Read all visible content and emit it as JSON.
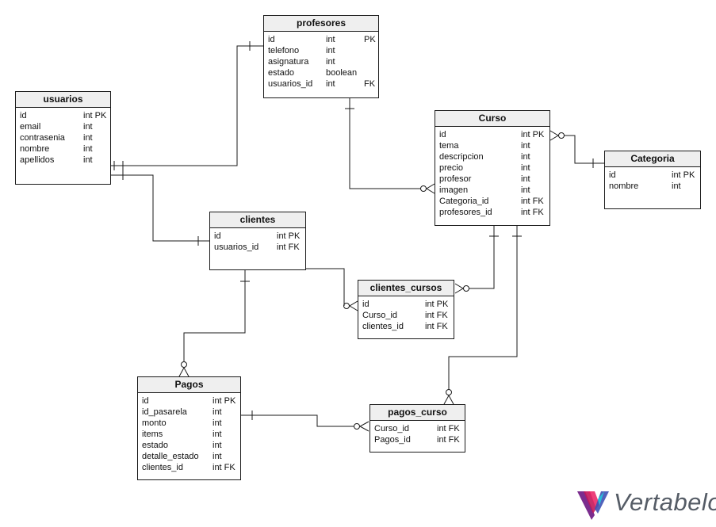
{
  "tables": {
    "profesores": {
      "name": "profesores",
      "columns": [
        {
          "name": "id",
          "type": "int",
          "key": "PK"
        },
        {
          "name": "telefono",
          "type": "int",
          "key": ""
        },
        {
          "name": "asignatura",
          "type": "int",
          "key": ""
        },
        {
          "name": "estado",
          "type": "boolean",
          "key": ""
        },
        {
          "name": "usuarios_id",
          "type": "int",
          "key": "FK"
        }
      ]
    },
    "usuarios": {
      "name": "usuarios",
      "columns": [
        {
          "name": "id",
          "type": "int PK",
          "key": ""
        },
        {
          "name": "email",
          "type": "int",
          "key": ""
        },
        {
          "name": "contrasenia",
          "type": "int",
          "key": ""
        },
        {
          "name": "nombre",
          "type": "int",
          "key": ""
        },
        {
          "name": "apellidos",
          "type": "int",
          "key": ""
        }
      ]
    },
    "curso": {
      "name": "Curso",
      "columns": [
        {
          "name": "id",
          "type": "int PK",
          "key": ""
        },
        {
          "name": "tema",
          "type": "int",
          "key": ""
        },
        {
          "name": "descripcion",
          "type": "int",
          "key": ""
        },
        {
          "name": "precio",
          "type": "int",
          "key": ""
        },
        {
          "name": "profesor",
          "type": "int",
          "key": ""
        },
        {
          "name": "imagen",
          "type": "int",
          "key": ""
        },
        {
          "name": "Categoria_id",
          "type": "int FK",
          "key": ""
        },
        {
          "name": "profesores_id",
          "type": "int FK",
          "key": ""
        }
      ]
    },
    "categoria": {
      "name": "Categoria",
      "columns": [
        {
          "name": "id",
          "type": "int PK",
          "key": ""
        },
        {
          "name": "nombre",
          "type": "int",
          "key": ""
        }
      ]
    },
    "clientes": {
      "name": "clientes",
      "columns": [
        {
          "name": "id",
          "type": "int PK",
          "key": ""
        },
        {
          "name": "usuarios_id",
          "type": "int FK",
          "key": ""
        }
      ]
    },
    "clientes_cursos": {
      "name": "clientes_cursos",
      "columns": [
        {
          "name": "id",
          "type": "int PK",
          "key": ""
        },
        {
          "name": "Curso_id",
          "type": "int FK",
          "key": ""
        },
        {
          "name": "clientes_id",
          "type": "int FK",
          "key": ""
        }
      ]
    },
    "pagos": {
      "name": "Pagos",
      "columns": [
        {
          "name": "id",
          "type": "int PK",
          "key": ""
        },
        {
          "name": "id_pasarela",
          "type": "int",
          "key": ""
        },
        {
          "name": "monto",
          "type": "int",
          "key": ""
        },
        {
          "name": "items",
          "type": "int",
          "key": ""
        },
        {
          "name": "estado",
          "type": "int",
          "key": ""
        },
        {
          "name": "detalle_estado",
          "type": "int",
          "key": ""
        },
        {
          "name": "clientes_id",
          "type": "int FK",
          "key": ""
        }
      ]
    },
    "pagos_curso": {
      "name": "pagos_curso",
      "columns": [
        {
          "name": "Curso_id",
          "type": "int FK",
          "key": ""
        },
        {
          "name": "Pagos_id",
          "type": "int FK",
          "key": ""
        }
      ]
    }
  },
  "logo": {
    "text": "Vertabelo",
    "colors": [
      "#7b2d8e",
      "#c2185b",
      "#e91e63",
      "#26c6da",
      "#3f51b5"
    ]
  },
  "line_color": "#1a1a1a"
}
